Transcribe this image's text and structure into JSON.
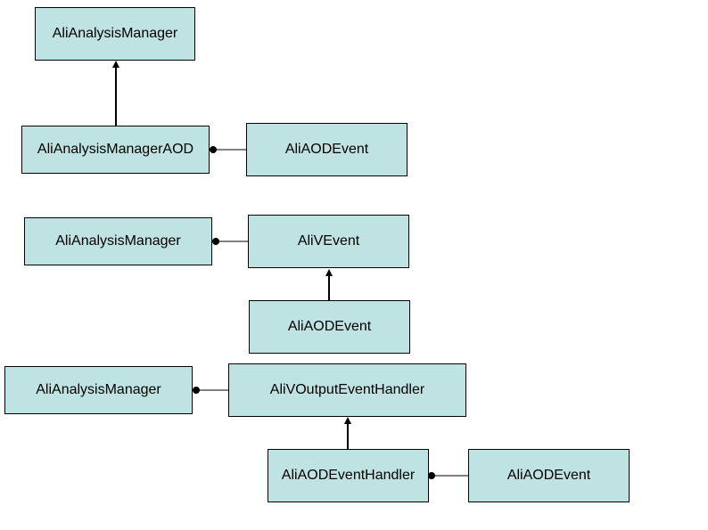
{
  "diagram": {
    "fill_color": "#bfe3e3",
    "line_color": "#000000",
    "group1": {
      "manager": "AliAnalysisManager",
      "manager_aod": "AliAnalysisManagerAOD",
      "aod_event": "AliAODEvent"
    },
    "group2": {
      "manager": "AliAnalysisManager",
      "v_event": "AliVEvent",
      "aod_event": "AliAODEvent"
    },
    "group3": {
      "manager": "AliAnalysisManager",
      "v_output_handler": "AliVOutputEventHandler",
      "aod_event_handler": "AliAODEventHandler",
      "aod_event": "AliAODEvent"
    }
  }
}
